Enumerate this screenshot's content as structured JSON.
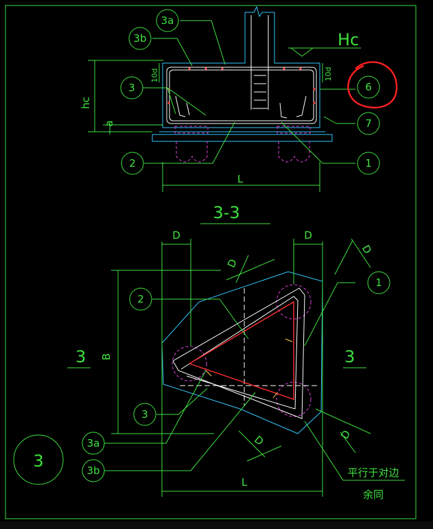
{
  "section_label": "3-3",
  "plan_number": "3",
  "elevation_label": "Hc",
  "dims": {
    "height": "hc",
    "cover": "a",
    "length_top": "L",
    "length_bottom": "L",
    "width": "B",
    "pile_d_top_left": "D",
    "pile_d_top_right": "D",
    "pile_d_left_diag": "D",
    "pile_d_right_diag": "D",
    "pile_d_bottom_left": "D",
    "pile_d_bottom_right": "D",
    "anchorage_left": "10d",
    "anchorage_right": "10d"
  },
  "section_cut_left": "3",
  "section_cut_right": "3",
  "callouts": {
    "top": [
      "3a",
      "3b",
      "3",
      "6",
      "7",
      "2",
      "1"
    ],
    "bottom": [
      "2",
      "1",
      "3",
      "3a",
      "3b"
    ]
  },
  "note": {
    "line1": "平行于对边",
    "line2": "余同"
  },
  "colors": {
    "green": "#3fe23f",
    "cyan": "#34c8ff",
    "magenta": "#e23fe2",
    "red": "#ff3030",
    "highlight": "#ff2020"
  }
}
